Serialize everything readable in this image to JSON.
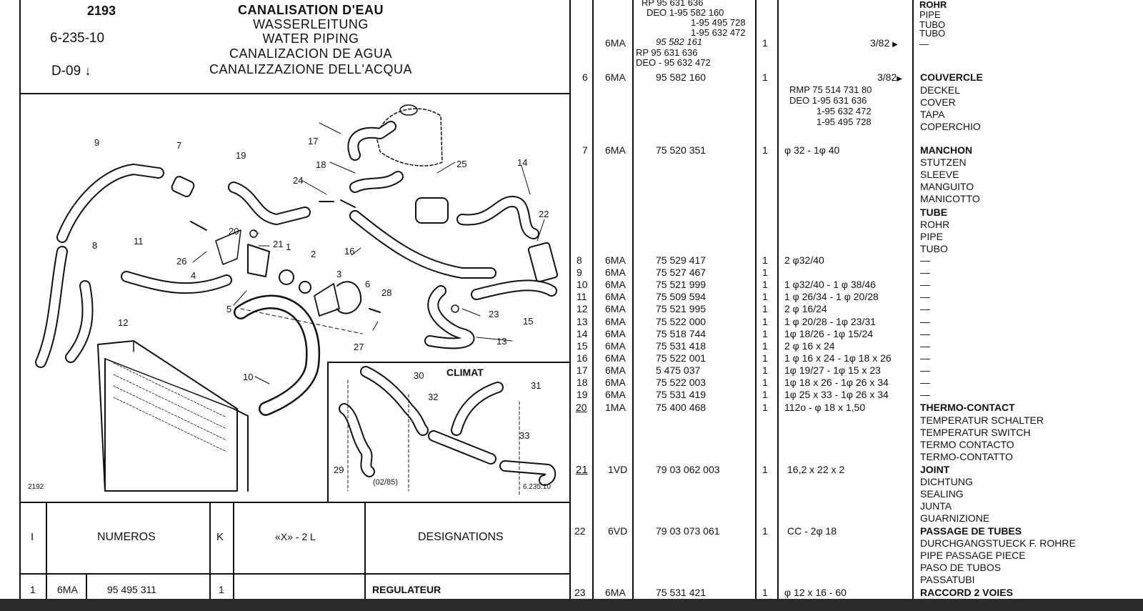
{
  "header": {
    "code_top": "2193",
    "code_ref": "6-235-10",
    "code_bottom": "D-09",
    "titles": [
      "CANALISATION D'EAU",
      "WASSERLEITUNG",
      "WATER PIPING",
      "CANALIZACION DE AGUA",
      "CANALIZZAZIONE DELL'ACQUA"
    ]
  },
  "diagram": {
    "labels": [
      "9",
      "7",
      "19",
      "17",
      "18",
      "24",
      "25",
      "14",
      "22",
      "20",
      "21",
      "26",
      "4",
      "1",
      "2",
      "3",
      "16",
      "8",
      "11",
      "5",
      "6",
      "28",
      "23",
      "15",
      "13",
      "27",
      "12",
      "10",
      "30",
      "31",
      "32",
      "33",
      "29"
    ],
    "inset_title": "CLIMAT",
    "inset_code": "(02/85)",
    "fig_code_left": "2192",
    "fig_code_right": "6.235.10"
  },
  "bottom_table": {
    "headers": {
      "col1": "I",
      "col2": "NUMEROS",
      "col3": "K",
      "col4": "«X» - 2 L",
      "col5": "DESIGNATIONS"
    },
    "row": {
      "idx": "1",
      "family": "6MA",
      "number": "95 495 311",
      "qty": "1",
      "designation": "REGULATEUR"
    }
  },
  "parts": {
    "top_block": {
      "family": "6MA",
      "qty": "1",
      "date": "3/82",
      "ref_lines": [
        "RP 95 631 636",
        "DEO 1-95 582 160",
        "1-95 495 728",
        "1-95 632 472",
        "95 582 161",
        "RP 95 631 636",
        "DEO - 95 632 472"
      ],
      "desc_lines": [
        "ROHR",
        "PIPE",
        "TUBO",
        "TUBO",
        "—"
      ]
    },
    "item6": {
      "idx": "6",
      "family": "6MA",
      "number": "95 582 160",
      "qty": "1",
      "date": "3/82",
      "notes": [
        "RMP 75 514 731 80",
        "DEO 1-95 631 636",
        "1-95 632 472",
        "1-95 495 728"
      ],
      "desc": [
        "COUVERCLE",
        "DECKEL",
        "COVER",
        "TAPA",
        "COPERCHIO"
      ]
    },
    "item7": {
      "idx": "7",
      "family": "6MA",
      "number": "75 520 351",
      "qty": "1",
      "spec": "φ 32 - 1φ 40",
      "desc": [
        "MANCHON",
        "STUTZEN",
        "SLEEVE",
        "MANGUITO",
        "MANICOTTO",
        "TUBE",
        "ROHR",
        "PIPE",
        "TUBO"
      ]
    },
    "list": [
      {
        "idx": "8",
        "family": "6MA",
        "number": "75 529 417",
        "qty": "1",
        "spec": "2 φ32/40",
        "desc": "—"
      },
      {
        "idx": "9",
        "family": "6MA",
        "number": "75 527 467",
        "qty": "1",
        "spec": "",
        "desc": "—"
      },
      {
        "idx": "10",
        "family": "6MA",
        "number": "75 521 999",
        "qty": "1",
        "spec": "1 φ32/40 - 1 φ 38/46",
        "desc": "—"
      },
      {
        "idx": "11",
        "family": "6MA",
        "number": "75 509 594",
        "qty": "1",
        "spec": "1 φ 26/34 - 1 φ 20/28",
        "desc": "—"
      },
      {
        "idx": "12",
        "family": "6MA",
        "number": "75 521 995",
        "qty": "1",
        "spec": "2 φ 16/24",
        "desc": "—"
      },
      {
        "idx": "13",
        "family": "6MA",
        "number": "75 522 000",
        "qty": "1",
        "spec": "1 φ 20/28 - 1φ 23/31",
        "desc": "—"
      },
      {
        "idx": "14",
        "family": "6MA",
        "number": "75 518 744",
        "qty": "1",
        "spec": "1φ 18/26 - 1φ 15/24",
        "desc": "—"
      },
      {
        "idx": "15",
        "family": "6MA",
        "number": "75 531 418",
        "qty": "1",
        "spec": "2 φ 16 x 24",
        "desc": "—"
      },
      {
        "idx": "16",
        "family": "6MA",
        "number": "75 522 001",
        "qty": "1",
        "spec": "1 φ 16 x 24 - 1φ 18 x 26",
        "desc": "—"
      },
      {
        "idx": "17",
        "family": "6MA",
        "number": "5 475 037",
        "qty": "1",
        "spec": "1φ 19/27 - 1φ 15 x 23",
        "desc": "—"
      },
      {
        "idx": "18",
        "family": "6MA",
        "number": "75 522 003",
        "qty": "1",
        "spec": "1φ 18 x 26 - 1φ 26 x 34",
        "desc": "—"
      },
      {
        "idx": "19",
        "family": "6MA",
        "number": "75 531 419",
        "qty": "1",
        "spec": "1φ 25 x 33 - 1φ 26 x 34",
        "desc": "—"
      }
    ],
    "item20": {
      "idx": "20",
      "family": "1MA",
      "number": "75 400 468",
      "qty": "1",
      "spec": "112o - φ 18 x 1,50",
      "desc": [
        "THERMO-CONTACT",
        "TEMPERATUR SCHALTER",
        "TEMPERATUR SWITCH",
        "TERMO CONTACTO",
        "TERMO-CONTATTO"
      ]
    },
    "item21": {
      "idx": "21",
      "family": "1VD",
      "number": "79 03 062 003",
      "qty": "1",
      "spec": "16,2 x 22 x 2",
      "desc": [
        "JOINT",
        "DICHTUNG",
        "SEALING",
        "JUNTA",
        "GUARNIZIONE"
      ]
    },
    "item22": {
      "idx": "22",
      "family": "6VD",
      "number": "79 03 073 061",
      "qty": "1",
      "spec": "CC - 2φ 18",
      "desc": [
        "PASSAGE DE TUBES",
        "DURCHGANGSTUECK F. ROHRE",
        "PIPE PASSAGE PIECE",
        "PASO DE TUBOS",
        "PASSATUBI"
      ]
    },
    "item23": {
      "idx": "23",
      "family": "6MA",
      "number": "75 531 421",
      "qty": "1",
      "spec": "φ 12 x 16 - 60",
      "desc": [
        "RACCORD 2 VOIES"
      ]
    }
  }
}
